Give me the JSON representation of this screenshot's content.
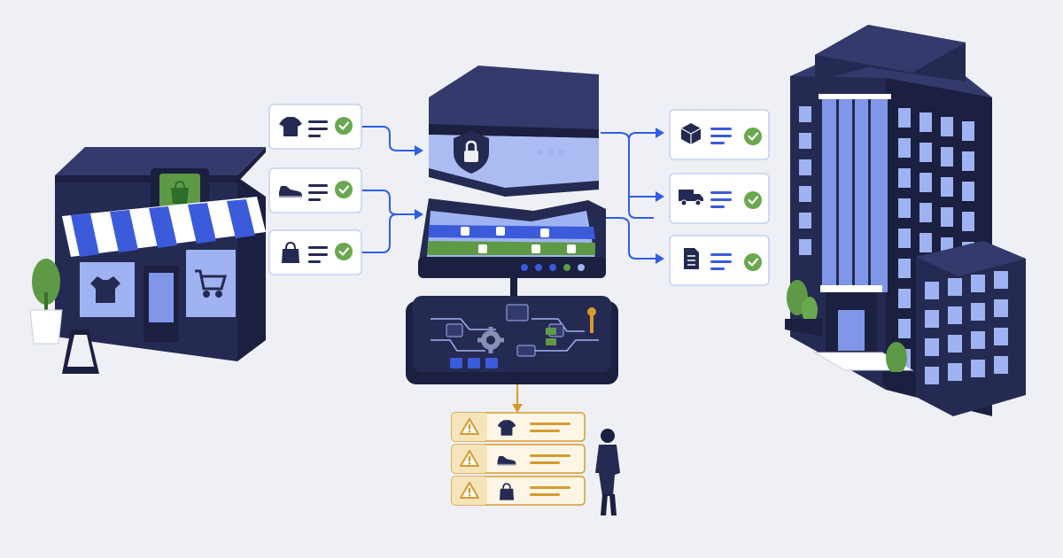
{
  "colors": {
    "background": "#eef0f5",
    "navy": "#252a52",
    "navy_dark": "#1b1f40",
    "navy_light": "#343a6c",
    "accent_blue": "#3b5bdb",
    "line_blue": "#2f5ee6",
    "success_green": "#6aa84f",
    "warning_amber": "#d79b2c",
    "card_white": "#ffffff",
    "glass_blue": "#9fb3f2",
    "plant_green": "#5e9a46"
  },
  "store": {
    "icons": [
      "shopping-bag-icon",
      "t-shirt-icon",
      "shopping-cart-icon"
    ]
  },
  "incoming_items": [
    {
      "icon": "t-shirt-icon",
      "status": "verified"
    },
    {
      "icon": "sneaker-icon",
      "status": "verified"
    },
    {
      "icon": "shopping-bag-icon",
      "status": "verified"
    }
  ],
  "middleware": {
    "layers": [
      "secure-vault",
      "processing-platform",
      "circuit-board"
    ]
  },
  "outgoing_items": [
    {
      "icon": "package-box-icon",
      "status": "verified"
    },
    {
      "icon": "delivery-truck-icon",
      "status": "verified"
    },
    {
      "icon": "document-icon",
      "status": "verified"
    }
  ],
  "alerts": [
    {
      "icon": "t-shirt-icon",
      "status": "warning"
    },
    {
      "icon": "sneaker-icon",
      "status": "warning"
    },
    {
      "icon": "shopping-bag-icon",
      "status": "warning"
    }
  ]
}
